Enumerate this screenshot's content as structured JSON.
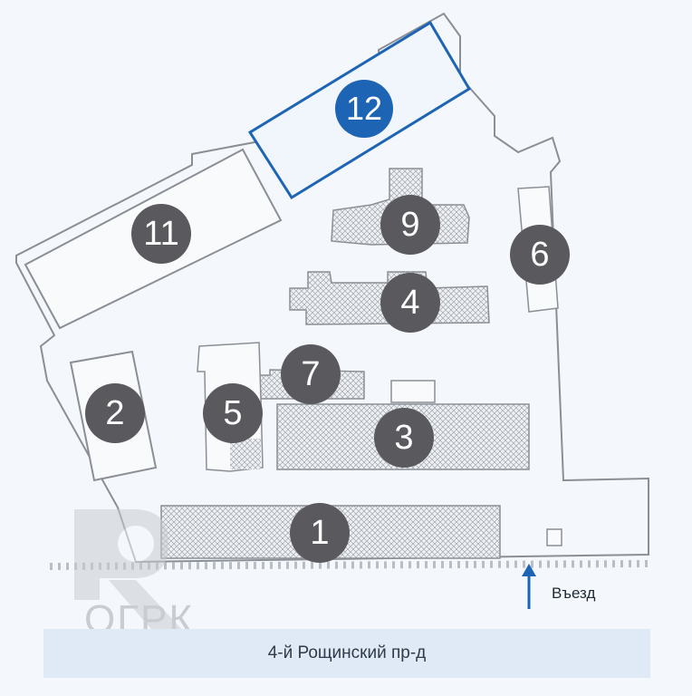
{
  "map": {
    "street_label": "4-й Рощинский пр-д",
    "entrance_label": "Въезд",
    "logo_text": "ОГРК",
    "highlight_color": "#1d64b4",
    "building_badge_color": "#5a5a5e",
    "buildings": [
      "1",
      "2",
      "3",
      "4",
      "5",
      "6",
      "7",
      "9",
      "11",
      "12"
    ],
    "highlighted_building": "12"
  }
}
